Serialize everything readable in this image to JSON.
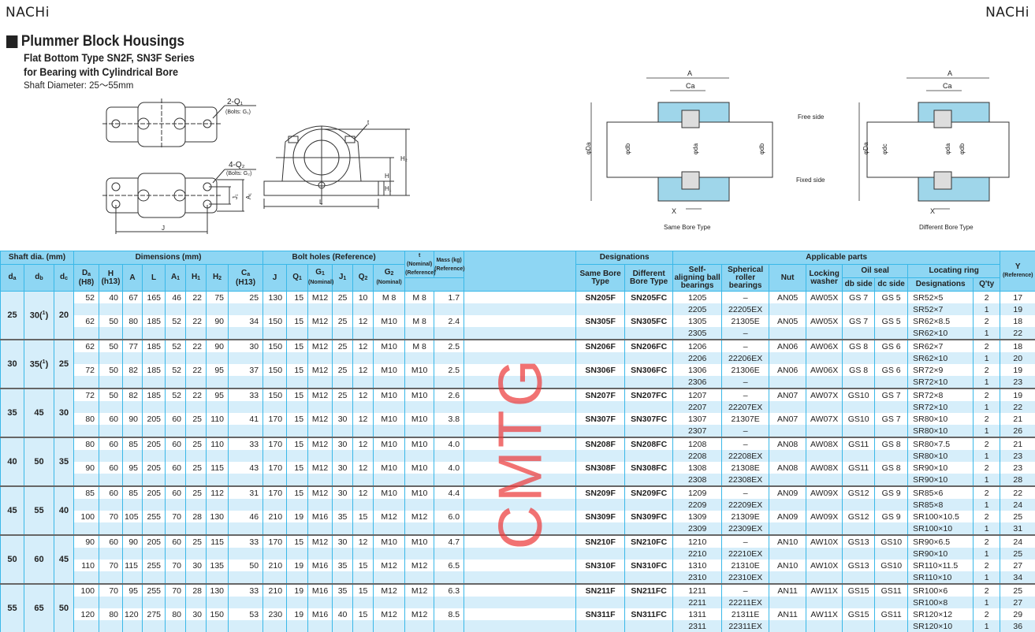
{
  "brand": {
    "logo_left": "NACHi",
    "logo_right": "NACHi"
  },
  "heading": {
    "title": "Plummer Block Housings",
    "subtitle1": "Flat Bottom Type SN2F, SN3F Series",
    "subtitle2": "for Bearing with Cylindrical Bore",
    "shaft_diameter": "Shaft Diameter: 25～55mm"
  },
  "diagram_left": {
    "q1": "2-Q₁",
    "bolts_g1": "(Bolts: G₁)",
    "q2": "4-Q₂",
    "bolts_g2": "(Bolts: G₂)",
    "j": "J",
    "j1": "J₁",
    "a1": "A₁",
    "t": "t",
    "h2": "H₂",
    "h": "H",
    "h1": "H₁",
    "l": "L"
  },
  "diagram_right": {
    "a": "A",
    "ca": "Ca",
    "phi_Da": "φDa",
    "phi_db": "φdb",
    "phi_da": "φda",
    "phi_dc": "φdc",
    "x": "X",
    "free_side": "Free side",
    "fixed_side": "Fixed side",
    "same_bore_caption": "Same Bore Type",
    "different_bore_caption": "Different Bore Type"
  },
  "watermark": "CMTG",
  "table": {
    "header": {
      "shaft_dia": "Shaft dia. (mm)",
      "dimensions": "Dimensions (mm)",
      "bolt_holes": "Bolt holes (Reference)",
      "t": [
        "t (Nominal)",
        "(Reference)"
      ],
      "mass": [
        "Mass (kg)",
        "(Reference)"
      ],
      "designations": "Designations",
      "applicable_parts": "Applicable parts",
      "y": [
        "Y",
        "(Reference)"
      ],
      "shaft_cols": [
        [
          "d",
          "a"
        ],
        [
          "d",
          "b"
        ],
        [
          "d",
          "c"
        ]
      ],
      "dim_cols": [
        [
          "D",
          "a",
          "(H8)"
        ],
        [
          "H",
          "",
          "(h13)"
        ],
        [
          "A",
          "",
          ""
        ],
        [
          "L",
          "",
          ""
        ],
        [
          "A",
          "1",
          ""
        ],
        [
          "H",
          "1",
          ""
        ],
        [
          "H",
          "2",
          ""
        ],
        [
          "C",
          "a",
          "(H13)"
        ]
      ],
      "bolt_cols": [
        [
          "J",
          "",
          ""
        ],
        [
          "Q",
          "1",
          ""
        ],
        [
          "G",
          "1",
          "(Nominal)"
        ],
        [
          "J",
          "1",
          ""
        ],
        [
          "Q",
          "2",
          ""
        ],
        [
          "G",
          "2",
          "(Nominal)"
        ]
      ],
      "same_bore": [
        "Same Bore",
        "Type"
      ],
      "different_bore": [
        "Different",
        "Bore Type"
      ],
      "self_aligning": [
        "Self-",
        "aligning ball",
        "bearings"
      ],
      "spherical": [
        "Spherical",
        "roller",
        "bearings"
      ],
      "nut": "Nut",
      "locking_washer": [
        "Locking",
        "washer"
      ],
      "oil_seal": "Oil seal",
      "db_side": "db side",
      "dc_side": "dc side",
      "locating_ring": "Locating ring",
      "loc_designations": "Designations",
      "qty": "Q'ty"
    },
    "groups": [
      {
        "da": "25",
        "db": "30",
        "db_note": "1",
        "dc": "20",
        "dims": [
          [
            "52",
            "40",
            "67",
            "165",
            "46",
            "22",
            "75",
            "25",
            "130",
            "15",
            "M12",
            "25",
            "10",
            "M 8",
            "M 8",
            "1.7"
          ],
          [
            "62",
            "50",
            "80",
            "185",
            "52",
            "22",
            "90",
            "34",
            "150",
            "15",
            "M12",
            "25",
            "12",
            "M10",
            "M 8",
            "2.4"
          ]
        ],
        "desig": [
          [
            "SN205F",
            "SN205FC"
          ],
          [
            "SN305F",
            "SN305FC"
          ]
        ],
        "parts": [
          [
            "1205",
            "–",
            "AN05",
            "AW05X",
            "GS 7",
            "GS 5",
            "SR52×5",
            "2",
            "17"
          ],
          [
            "2205",
            "22205EX",
            "",
            "",
            "",
            "",
            "SR52×7",
            "1",
            "19"
          ],
          [
            "1305",
            "21305E",
            "AN05",
            "AW05X",
            "GS 7",
            "GS 5",
            "SR62×8.5",
            "2",
            "18"
          ],
          [
            "2305",
            "–",
            "",
            "",
            "",
            "",
            "SR62×10",
            "1",
            "22"
          ]
        ]
      },
      {
        "da": "30",
        "db": "35",
        "db_note": "1",
        "dc": "25",
        "dims": [
          [
            "62",
            "50",
            "77",
            "185",
            "52",
            "22",
            "90",
            "30",
            "150",
            "15",
            "M12",
            "25",
            "12",
            "M10",
            "M 8",
            "2.5"
          ],
          [
            "72",
            "50",
            "82",
            "185",
            "52",
            "22",
            "95",
            "37",
            "150",
            "15",
            "M12",
            "25",
            "12",
            "M10",
            "M10",
            "2.5"
          ]
        ],
        "desig": [
          [
            "SN206F",
            "SN206FC"
          ],
          [
            "SN306F",
            "SN306FC"
          ]
        ],
        "parts": [
          [
            "1206",
            "–",
            "AN06",
            "AW06X",
            "GS 8",
            "GS 6",
            "SR62×7",
            "2",
            "18"
          ],
          [
            "2206",
            "22206EX",
            "",
            "",
            "",
            "",
            "SR62×10",
            "1",
            "20"
          ],
          [
            "1306",
            "21306E",
            "AN06",
            "AW06X",
            "GS 8",
            "GS 6",
            "SR72×9",
            "2",
            "19"
          ],
          [
            "2306",
            "–",
            "",
            "",
            "",
            "",
            "SR72×10",
            "1",
            "23"
          ]
        ]
      },
      {
        "da": "35",
        "db": "45",
        "db_note": "",
        "dc": "30",
        "dims": [
          [
            "72",
            "50",
            "82",
            "185",
            "52",
            "22",
            "95",
            "33",
            "150",
            "15",
            "M12",
            "25",
            "12",
            "M10",
            "M10",
            "2.6"
          ],
          [
            "80",
            "60",
            "90",
            "205",
            "60",
            "25",
            "110",
            "41",
            "170",
            "15",
            "M12",
            "30",
            "12",
            "M10",
            "M10",
            "3.8"
          ]
        ],
        "desig": [
          [
            "SN207F",
            "SN207FC"
          ],
          [
            "SN307F",
            "SN307FC"
          ]
        ],
        "parts": [
          [
            "1207",
            "–",
            "AN07",
            "AW07X",
            "GS10",
            "GS 7",
            "SR72×8",
            "2",
            "19"
          ],
          [
            "2207",
            "22207EX",
            "",
            "",
            "",
            "",
            "SR72×10",
            "1",
            "22"
          ],
          [
            "1307",
            "21307E",
            "AN07",
            "AW07X",
            "GS10",
            "GS 7",
            "SR80×10",
            "2",
            "21"
          ],
          [
            "2307",
            "–",
            "",
            "",
            "",
            "",
            "SR80×10",
            "1",
            "26"
          ]
        ]
      },
      {
        "da": "40",
        "db": "50",
        "db_note": "",
        "dc": "35",
        "dims": [
          [
            "80",
            "60",
            "85",
            "205",
            "60",
            "25",
            "110",
            "33",
            "170",
            "15",
            "M12",
            "30",
            "12",
            "M10",
            "M10",
            "4.0"
          ],
          [
            "90",
            "60",
            "95",
            "205",
            "60",
            "25",
            "115",
            "43",
            "170",
            "15",
            "M12",
            "30",
            "12",
            "M10",
            "M10",
            "4.0"
          ]
        ],
        "desig": [
          [
            "SN208F",
            "SN208FC"
          ],
          [
            "SN308F",
            "SN308FC"
          ]
        ],
        "parts": [
          [
            "1208",
            "–",
            "AN08",
            "AW08X",
            "GS11",
            "GS 8",
            "SR80×7.5",
            "2",
            "21"
          ],
          [
            "2208",
            "22208EX",
            "",
            "",
            "",
            "",
            "SR80×10",
            "1",
            "23"
          ],
          [
            "1308",
            "21308E",
            "AN08",
            "AW08X",
            "GS11",
            "GS 8",
            "SR90×10",
            "2",
            "23"
          ],
          [
            "2308",
            "22308EX",
            "",
            "",
            "",
            "",
            "SR90×10",
            "1",
            "28"
          ]
        ]
      },
      {
        "da": "45",
        "db": "55",
        "db_note": "",
        "dc": "40",
        "dims": [
          [
            "85",
            "60",
            "85",
            "205",
            "60",
            "25",
            "112",
            "31",
            "170",
            "15",
            "M12",
            "30",
            "12",
            "M10",
            "M10",
            "4.4"
          ],
          [
            "100",
            "70",
            "105",
            "255",
            "70",
            "28",
            "130",
            "46",
            "210",
            "19",
            "M16",
            "35",
            "15",
            "M12",
            "M12",
            "6.0"
          ]
        ],
        "desig": [
          [
            "SN209F",
            "SN209FC"
          ],
          [
            "SN309F",
            "SN309FC"
          ]
        ],
        "parts": [
          [
            "1209",
            "–",
            "AN09",
            "AW09X",
            "GS12",
            "GS 9",
            "SR85×6",
            "2",
            "22"
          ],
          [
            "2209",
            "22209EX",
            "",
            "",
            "",
            "",
            "SR85×8",
            "1",
            "24"
          ],
          [
            "1309",
            "21309E",
            "AN09",
            "AW09X",
            "GS12",
            "GS 9",
            "SR100×10.5",
            "2",
            "25"
          ],
          [
            "2309",
            "22309EX",
            "",
            "",
            "",
            "",
            "SR100×10",
            "1",
            "31"
          ]
        ]
      },
      {
        "da": "50",
        "db": "60",
        "db_note": "",
        "dc": "45",
        "dims": [
          [
            "90",
            "60",
            "90",
            "205",
            "60",
            "25",
            "115",
            "33",
            "170",
            "15",
            "M12",
            "30",
            "12",
            "M10",
            "M10",
            "4.7"
          ],
          [
            "110",
            "70",
            "115",
            "255",
            "70",
            "30",
            "135",
            "50",
            "210",
            "19",
            "M16",
            "35",
            "15",
            "M12",
            "M12",
            "6.5"
          ]
        ],
        "desig": [
          [
            "SN210F",
            "SN210FC"
          ],
          [
            "SN310F",
            "SN310FC"
          ]
        ],
        "parts": [
          [
            "1210",
            "–",
            "AN10",
            "AW10X",
            "GS13",
            "GS10",
            "SR90×6.5",
            "2",
            "24"
          ],
          [
            "2210",
            "22210EX",
            "",
            "",
            "",
            "",
            "SR90×10",
            "1",
            "25"
          ],
          [
            "1310",
            "21310E",
            "AN10",
            "AW10X",
            "GS13",
            "GS10",
            "SR110×11.5",
            "2",
            "27"
          ],
          [
            "2310",
            "22310EX",
            "",
            "",
            "",
            "",
            "SR110×10",
            "1",
            "34"
          ]
        ]
      },
      {
        "da": "55",
        "db": "65",
        "db_note": "",
        "dc": "50",
        "dims": [
          [
            "100",
            "70",
            "95",
            "255",
            "70",
            "28",
            "130",
            "33",
            "210",
            "19",
            "M16",
            "35",
            "15",
            "M12",
            "M12",
            "6.3"
          ],
          [
            "120",
            "80",
            "120",
            "275",
            "80",
            "30",
            "150",
            "53",
            "230",
            "19",
            "M16",
            "40",
            "15",
            "M12",
            "M12",
            "8.5"
          ]
        ],
        "desig": [
          [
            "SN211F",
            "SN211FC"
          ],
          [
            "SN311F",
            "SN311FC"
          ]
        ],
        "parts": [
          [
            "1211",
            "–",
            "AN11",
            "AW11X",
            "GS15",
            "GS11",
            "SR100×6",
            "2",
            "25"
          ],
          [
            "2211",
            "22211EX",
            "",
            "",
            "",
            "",
            "SR100×8",
            "1",
            "27"
          ],
          [
            "1311",
            "21311E",
            "AN11",
            "AW11X",
            "GS15",
            "GS11",
            "SR120×12",
            "2",
            "29"
          ],
          [
            "2311",
            "22311EX",
            "",
            "",
            "",
            "",
            "SR120×10",
            "1",
            "36"
          ]
        ]
      }
    ]
  }
}
